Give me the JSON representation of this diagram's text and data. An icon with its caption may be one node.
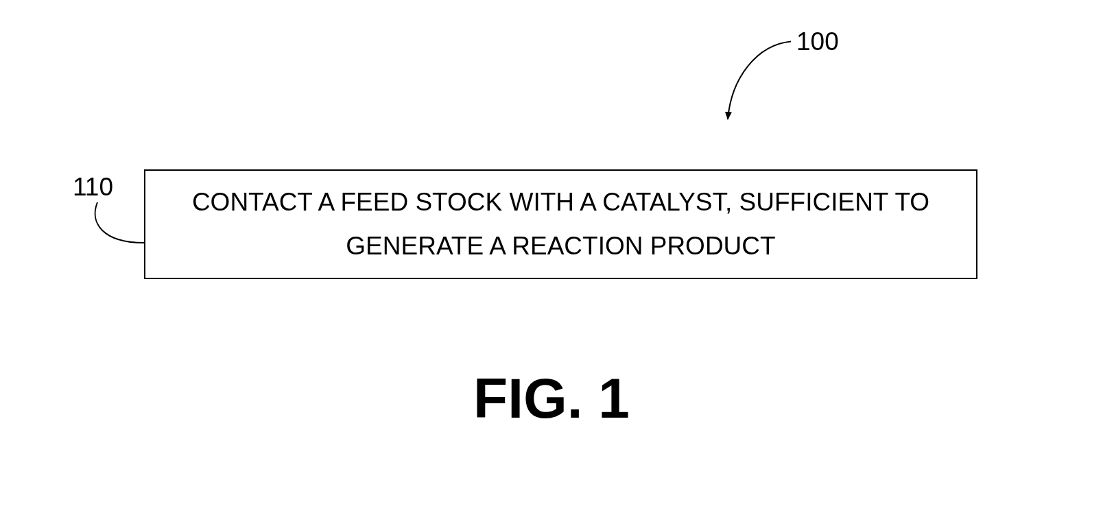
{
  "diagram": {
    "caption": "FIG. 1",
    "nodes": [
      {
        "text": [
          "100"
        ]
      },
      {
        "text": [
          "110"
        ]
      },
      {
        "text": [
          "CONTACT A FEED STOCK WITH A CATALYST, SUFFICIENT TO GENERATE A REACTION PRODUCT"
        ]
      }
    ],
    "edges": [
      {
        "from": 0,
        "to": null,
        "arrow": "to"
      },
      {
        "from": 1,
        "to": 2,
        "arrow": "none"
      }
    ]
  }
}
